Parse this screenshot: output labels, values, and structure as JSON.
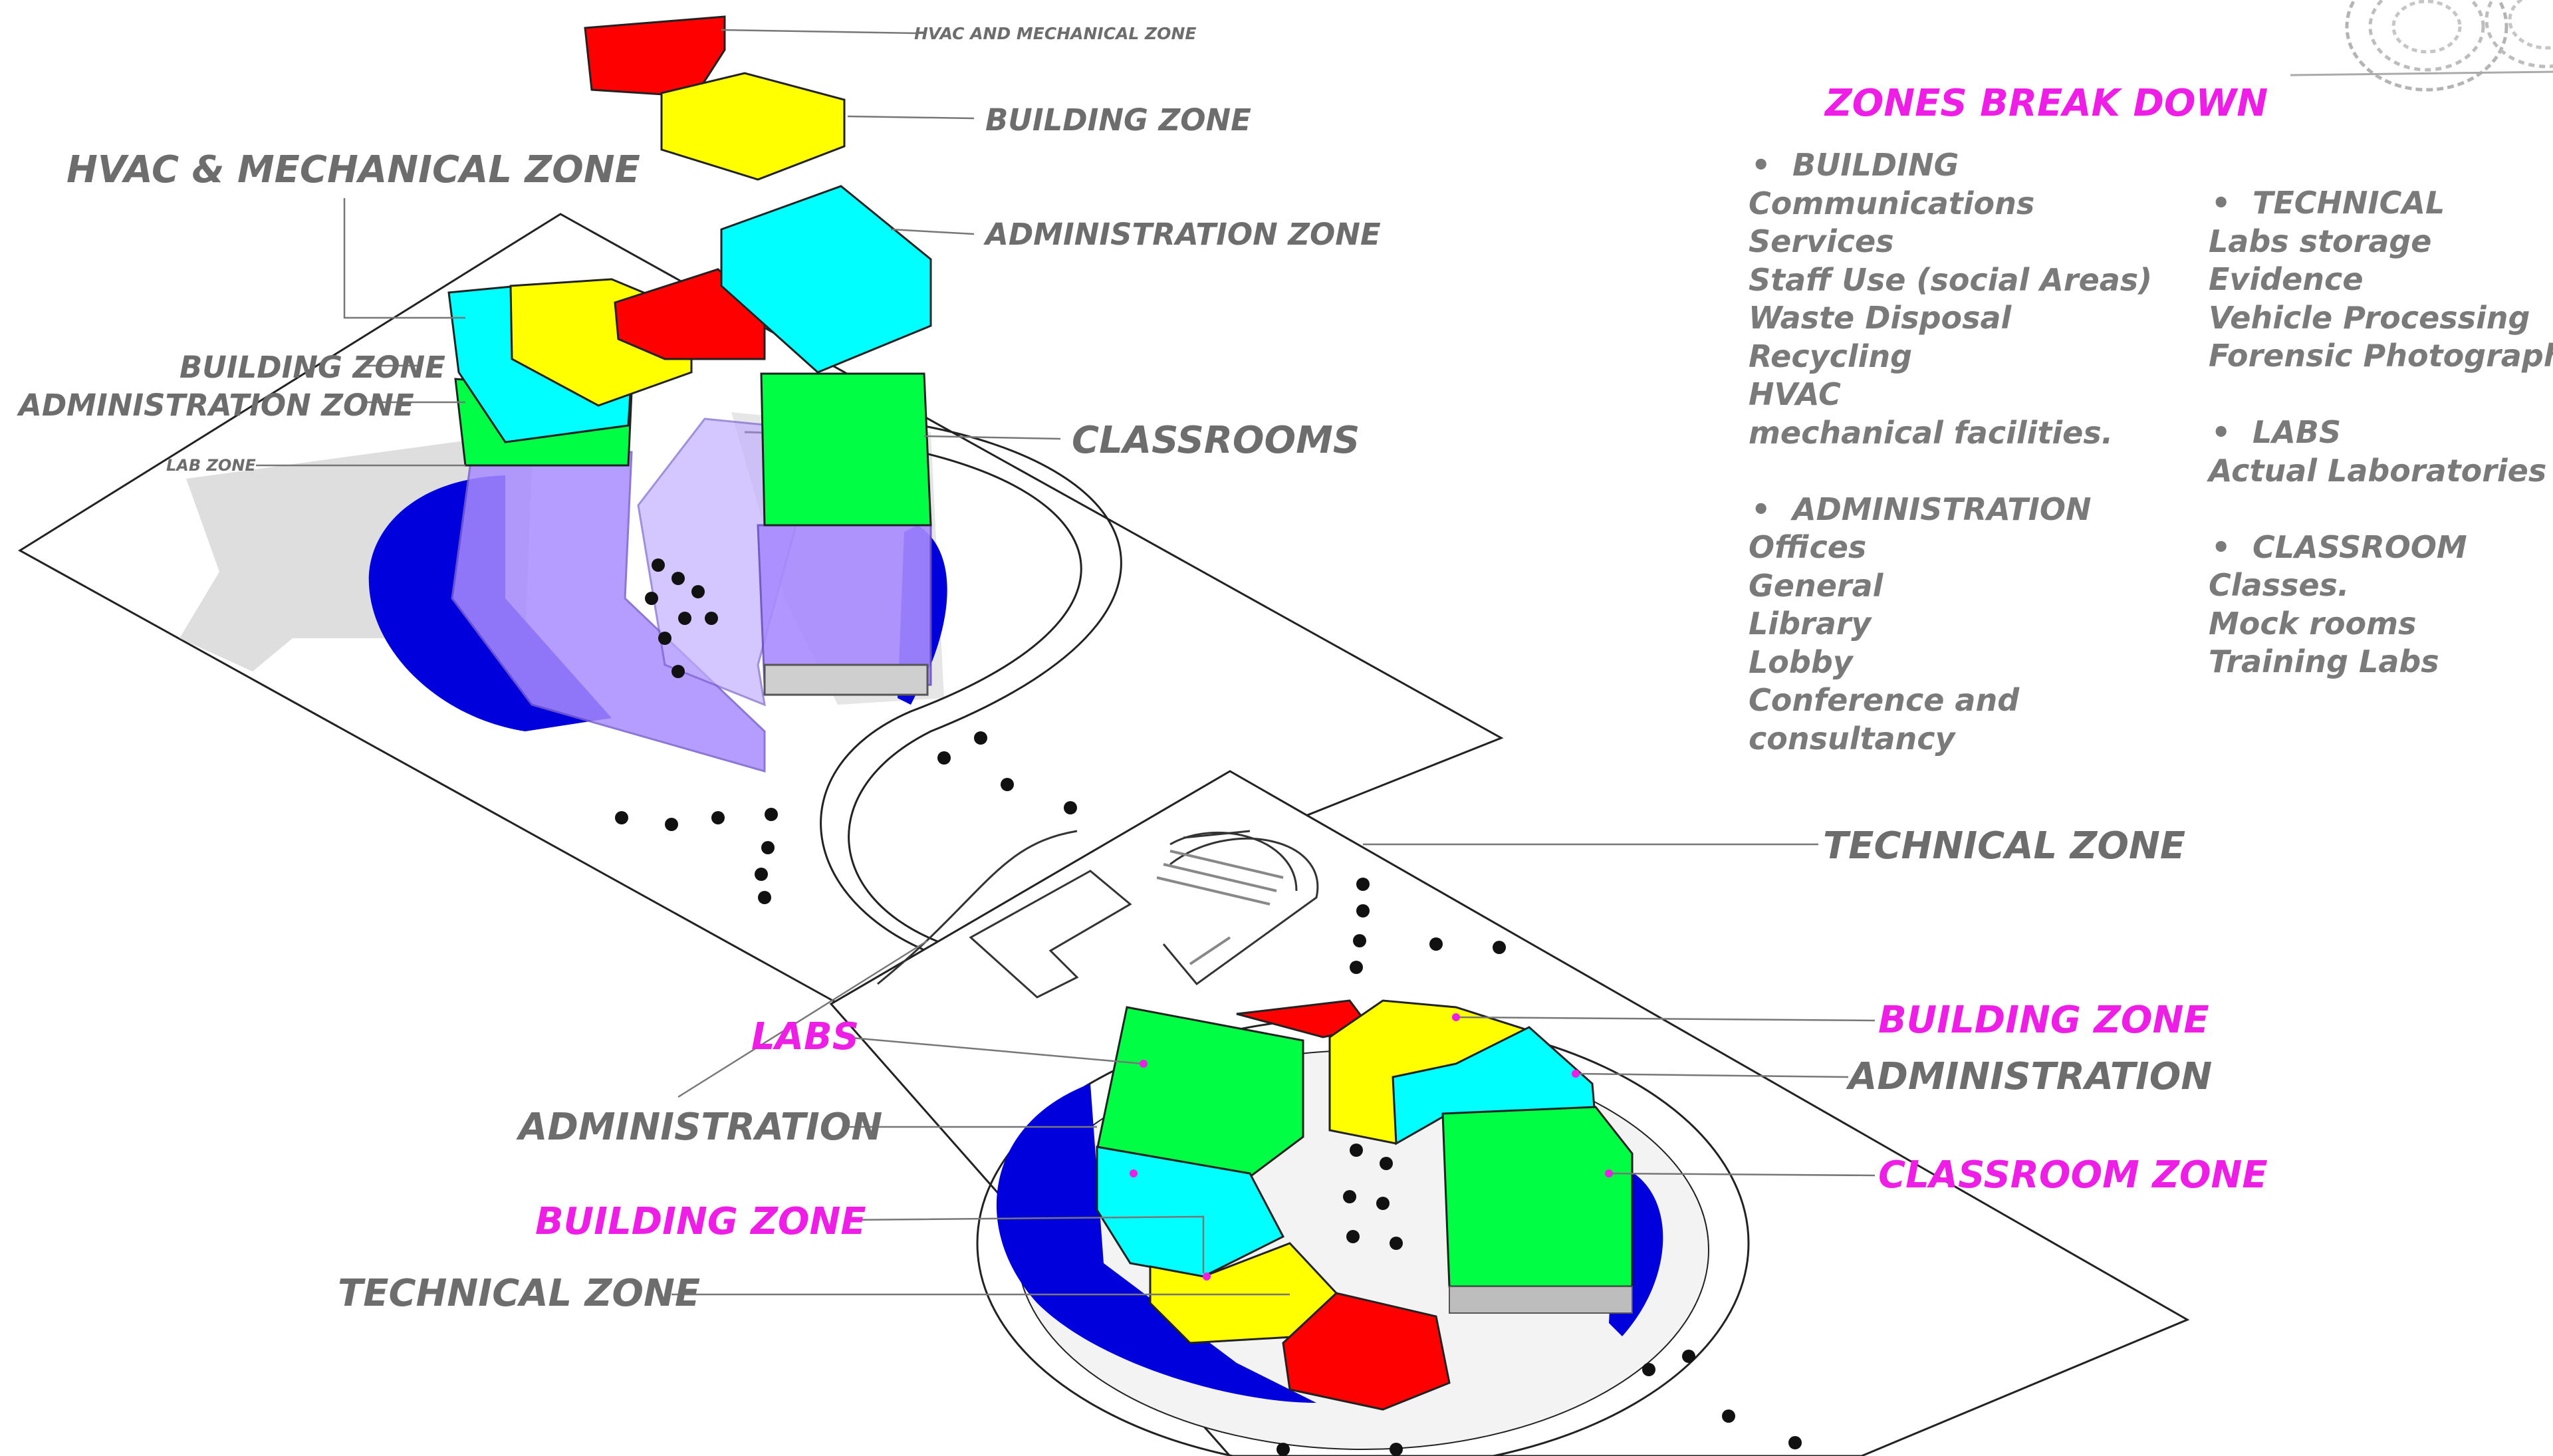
{
  "title": "ZONES  BREAK DOWN",
  "zone_list": {
    "column_left": [
      {
        "heading": "BUILDING",
        "items": [
          "Communications",
          "Services",
          "Staff Use (social Areas)",
          "Waste Disposal",
          "Recycling",
          "HVAC",
          "mechanical facilities."
        ]
      },
      {
        "heading": "ADMINISTRATION",
        "items": [
          "Offices",
          "General",
          "Library",
          "Lobby",
          "Conference and",
          "consultancy"
        ]
      }
    ],
    "column_right": [
      {
        "heading": "TECHNICAL",
        "items": [
          "Labs storage",
          "Evidence",
          "Vehicle Processing",
          "Forensic Photography."
        ]
      },
      {
        "heading": "LABS",
        "items": [
          "Actual Laboratories"
        ]
      },
      {
        "heading": "CLASSROOM",
        "items": [
          "Classes.",
          "Mock  rooms",
          "Training Labs"
        ]
      }
    ]
  },
  "exploded_view_labels": {
    "hvac_small": "HVAC AND MECHANICAL ZONE",
    "building_right": "BUILDING ZONE",
    "hvac_large": "HVAC & MECHANICAL ZONE",
    "administration_right": "ADMINISTRATION ZONE",
    "building_left": "BUILDING ZONE",
    "administration_left": "ADMINISTRATION ZONE",
    "lab_small": "LAB ZONE",
    "classrooms": "CLASSROOMS"
  },
  "assembled_view_labels": {
    "technical_top": "TECHNICAL ZONE",
    "labs": "LABS",
    "building_right": "BUILDING ZONE",
    "administration_right": "ADMINISTRATION",
    "administration_left": "ADMINISTRATION",
    "classroom_zone": "CLASSROOM ZONE",
    "building_left": "BUILDING ZONE",
    "technical_bottom": "TECHNICAL ZONE"
  },
  "zone_colors": {
    "hvac_mechanical": "#ff0000",
    "building": "#ffff00",
    "administration": "#00ffff",
    "classroom_labs": "#00ff44",
    "translucent_levels": "#a98bff",
    "base_disc": "#0000dd",
    "label_gray": "#6d6d6d",
    "label_magenta": "#ee1ee6"
  }
}
